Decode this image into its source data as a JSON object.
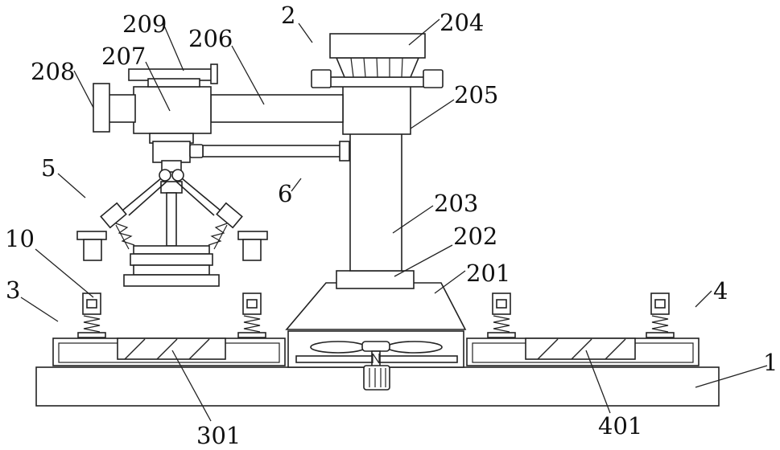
{
  "labels": {
    "l1": "1",
    "l2": "2",
    "l3": "3",
    "l4": "4",
    "l5": "5",
    "l6": "6",
    "l10": "10",
    "l201": "201",
    "l202": "202",
    "l203": "203",
    "l204": "204",
    "l205": "205",
    "l206": "206",
    "l207": "207",
    "l208": "208",
    "l209": "209",
    "l301": "301",
    "l401": "401"
  }
}
